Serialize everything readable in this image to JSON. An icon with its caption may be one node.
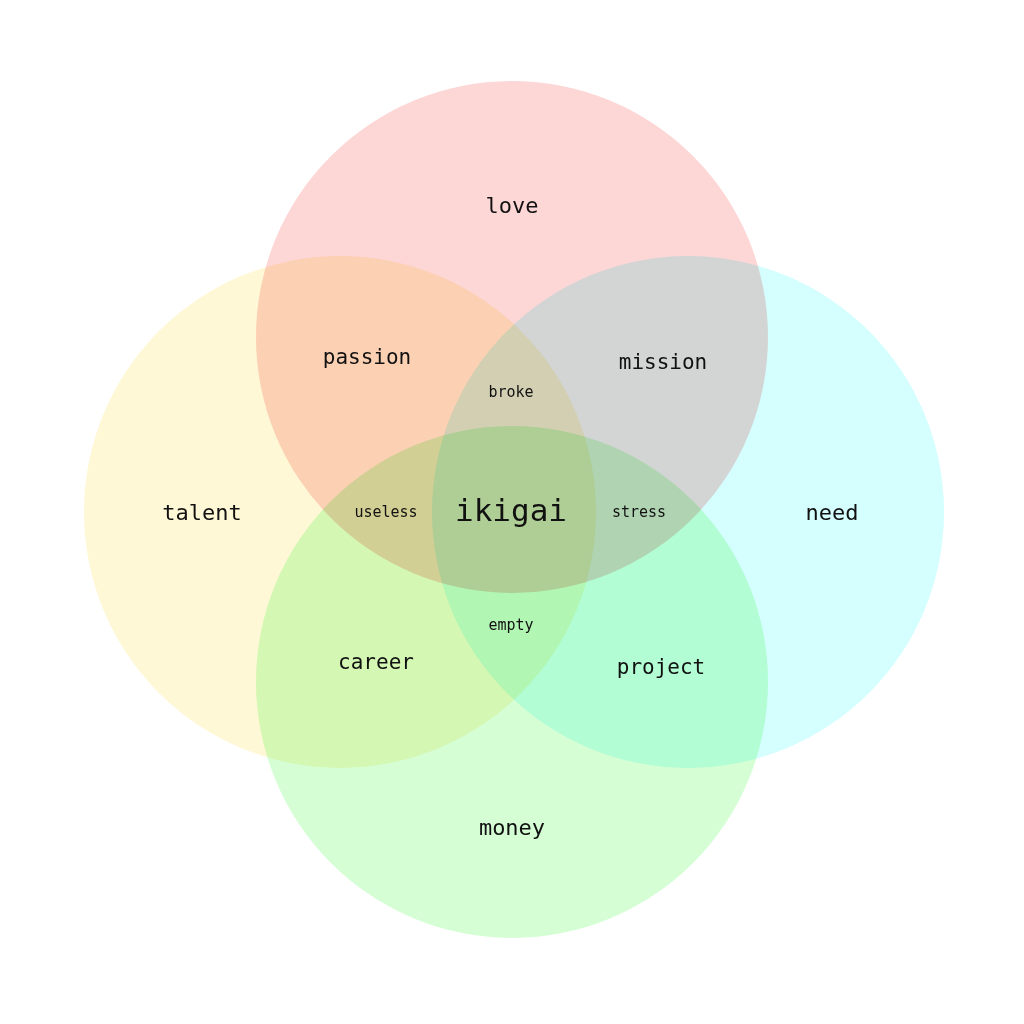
{
  "diagram": {
    "nodes": [
      {
        "text": [
          "love"
        ]
      },
      {
        "text": [
          "talent"
        ]
      },
      {
        "text": [
          "need"
        ]
      },
      {
        "text": [
          "money"
        ]
      }
    ],
    "labels": [
      "passion",
      "mission",
      "broke",
      "useless",
      "ikigai",
      "stress",
      "empty",
      "career",
      "project"
    ]
  }
}
